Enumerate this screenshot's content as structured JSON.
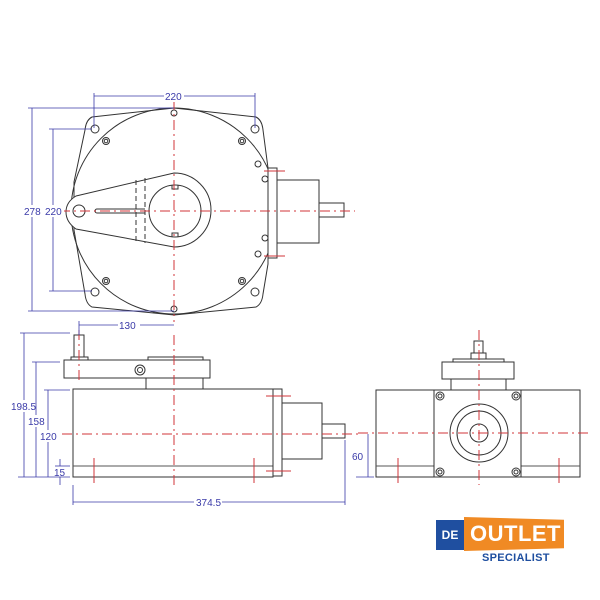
{
  "drawing": {
    "title": "Gearbox dimensional drawing",
    "views": [
      "top-view",
      "front-view",
      "side-view"
    ],
    "line_color": "#333333",
    "centerline_color": "#d0343a",
    "dimension_color": "#3a3aa8",
    "dimensions": {
      "top_width": "220",
      "top_height_outer": "278",
      "top_height_inner": "220",
      "front_offset": "130",
      "front_height_total": "198.5",
      "front_height_flange": "158",
      "front_height_body": "120",
      "front_base": "15",
      "front_length": "374.5",
      "shaft_height": "60"
    }
  },
  "logo": {
    "prefix": "DE",
    "name": "OUTLET",
    "tagline": "SPECIALIST",
    "colors": {
      "blue": "#1f4fa0",
      "orange": "#f08a24"
    }
  }
}
